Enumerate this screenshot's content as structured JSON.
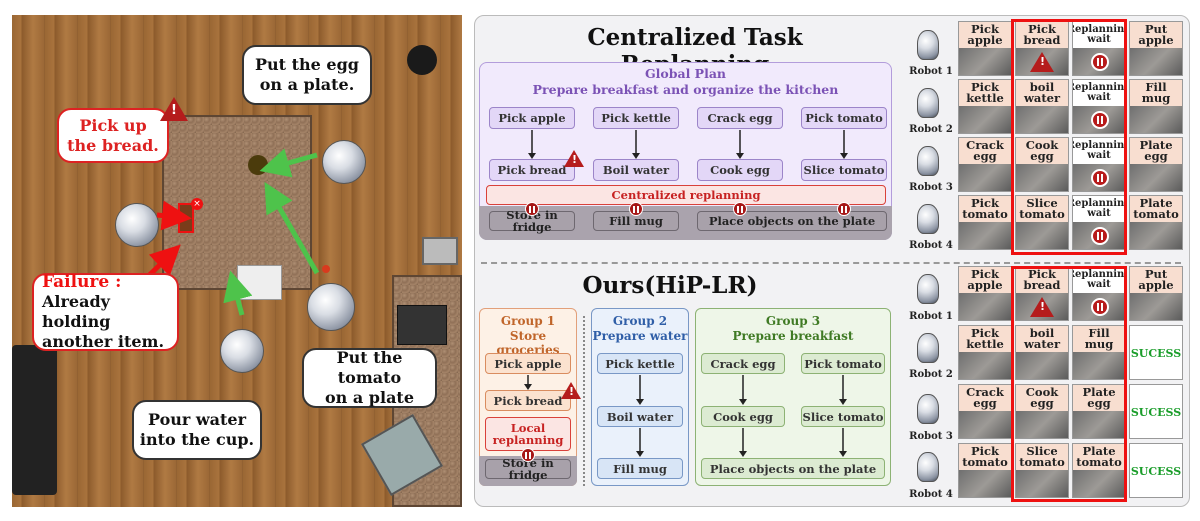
{
  "scene": {
    "bubble_egg": [
      "Put the egg",
      "on a plate."
    ],
    "bubble_bread": [
      "Pick up",
      "the bread."
    ],
    "failure_title": "Failure :",
    "failure_lines": [
      "Already holding",
      "another item."
    ],
    "bubble_tomato": [
      "Put the tomato",
      "on a plate"
    ],
    "bubble_water": [
      "Pour water",
      "into the cup."
    ]
  },
  "top": {
    "title": "Centralized Task Replanning",
    "global_plan_title": "Global Plan",
    "global_plan_subtitle": "Prepare breakfast and organize the kitchen",
    "row1": [
      "Pick apple",
      "Pick kettle",
      "Crack egg",
      "Pick tomato"
    ],
    "row2": [
      "Pick bread",
      "Boil water",
      "Cook egg",
      "Slice tomato"
    ],
    "replanning": "Centralized replanning",
    "row3": [
      "Store in fridge",
      "Fill mug",
      "Place objects on the plate"
    ]
  },
  "bottom": {
    "title": "Ours(HiP-LR)",
    "group1": {
      "title": "Group 1",
      "subtitle": "Store groceries",
      "items": [
        "Pick apple",
        "Pick bread"
      ],
      "local": [
        "Local",
        "replanning"
      ],
      "last": "Store in fridge"
    },
    "group2": {
      "title": "Group 2",
      "subtitle": "Prepare water",
      "items": [
        "Pick kettle",
        "Boil water",
        "Fill mug"
      ]
    },
    "group3": {
      "title": "Group 3",
      "subtitle": "Prepare breakfast",
      "col1": [
        "Crack egg",
        "Cook egg"
      ],
      "col2": [
        "Pick tomato",
        "Slice tomato"
      ],
      "last": "Place objects on the plate"
    }
  },
  "robots": [
    "Robot 1",
    "Robot 2",
    "Robot 3",
    "Robot 4"
  ],
  "grid_top": [
    [
      "Pick apple",
      "Pick bread",
      "Replanning wait",
      "Put apple"
    ],
    [
      "Pick kettle",
      "boil water",
      "Replanning wait",
      "Fill mug"
    ],
    [
      "Crack egg",
      "Cook egg",
      "Replanning wait",
      "Plate egg"
    ],
    [
      "Pick tomato",
      "Slice tomato",
      "Replanning wait",
      "Plate tomato"
    ]
  ],
  "grid_bottom": [
    [
      "Pick apple",
      "Pick bread",
      "Replanning wait",
      "Put apple"
    ],
    [
      "Pick kettle",
      "boil water",
      "Fill mug",
      "SUCESS"
    ],
    [
      "Crack egg",
      "Cook egg",
      "Plate egg",
      "SUCESS"
    ],
    [
      "Pick tomato",
      "Slice tomato",
      "Plate tomato",
      "SUCESS"
    ]
  ],
  "colors": {
    "red": "#e11111",
    "success": "#1a9d2a",
    "purple": "#9c85c9",
    "orange": "#d98c5f",
    "blue": "#7998c6",
    "green": "#8db274"
  }
}
